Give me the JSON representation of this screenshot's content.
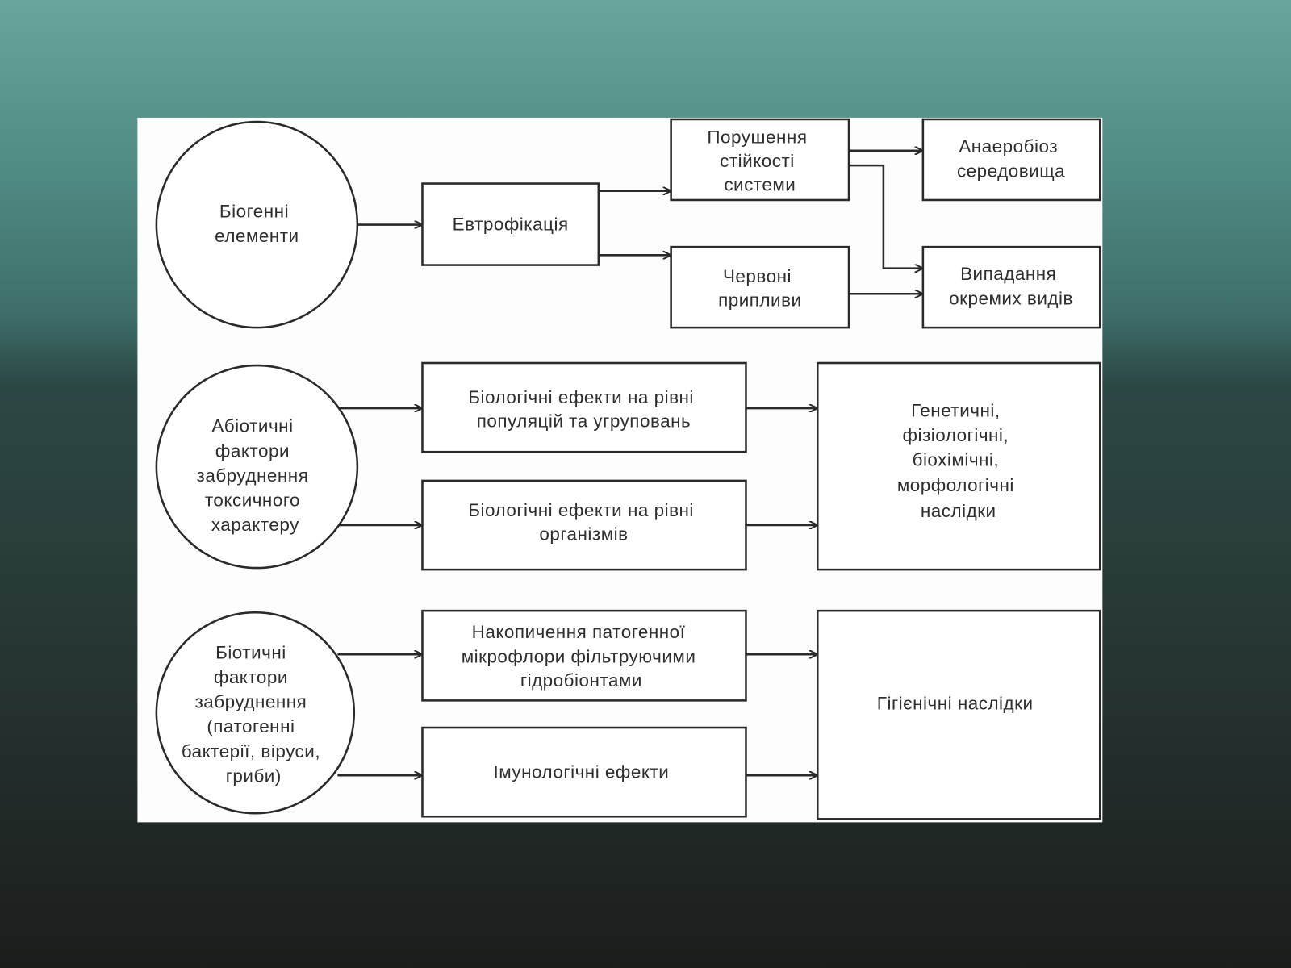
{
  "row1": {
    "source": [
      "Біогенні",
      "елементи"
    ],
    "eutrophication": "Евтрофікація",
    "stability": [
      "Порушення",
      "стійкості",
      "системи"
    ],
    "red_tides": [
      "Червоні",
      "припливи"
    ],
    "anaerobiosis": [
      "Анаеробіоз",
      "середовища"
    ],
    "species_loss": [
      "Випадання",
      "окремих видів"
    ]
  },
  "row2": {
    "source": [
      "Абіотичні",
      "фактори",
      "забруднення",
      "токсичного",
      "характеру"
    ],
    "populations": [
      "Біологічні ефекти на рівні",
      "популяцій та угруповань"
    ],
    "organisms": [
      "Біологічні ефекти на рівні",
      "організмів"
    ],
    "consequences": [
      "Генетичні,",
      "фізіологічні,",
      "біохімічні,",
      "морфологічні",
      "наслідки"
    ]
  },
  "row3": {
    "source": [
      "Біотичні",
      "фактори",
      "забруднення",
      "(патогенні",
      "бактерії, віруси,",
      "гриби)"
    ],
    "accumulation": [
      "Накопичення патогенної",
      "мікрофлори фільтруючими",
      "гідробіонтами"
    ],
    "immunological": "Імунологічні ефекти",
    "hygienic": "Гігієнічні наслідки"
  }
}
